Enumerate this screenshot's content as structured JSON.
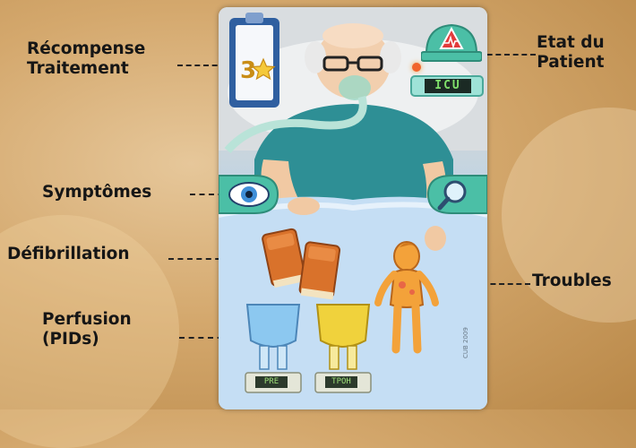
{
  "labels": {
    "reward": [
      "Récompense",
      "Traitement"
    ],
    "patient_state": [
      "Etat du",
      "Patient"
    ],
    "symptoms": "Symptômes",
    "defibrillation": "Défibrillation",
    "troubles": "Troubles",
    "perfusion": [
      "Perfusion",
      "(PIDs)"
    ]
  },
  "card": {
    "reward_value": "3",
    "reward_icon": "star-icon",
    "monitor_text": "ICU",
    "perfusion_tags": [
      "PRE",
      "TPOH"
    ],
    "credit": "CUB 2009"
  },
  "colors": {
    "leader": "#222222",
    "icon_teal": "#4bbfa6",
    "bag_blue": "#8cc8f0",
    "bag_yellow": "#f0d23c",
    "body_orange": "#f3a23a"
  }
}
